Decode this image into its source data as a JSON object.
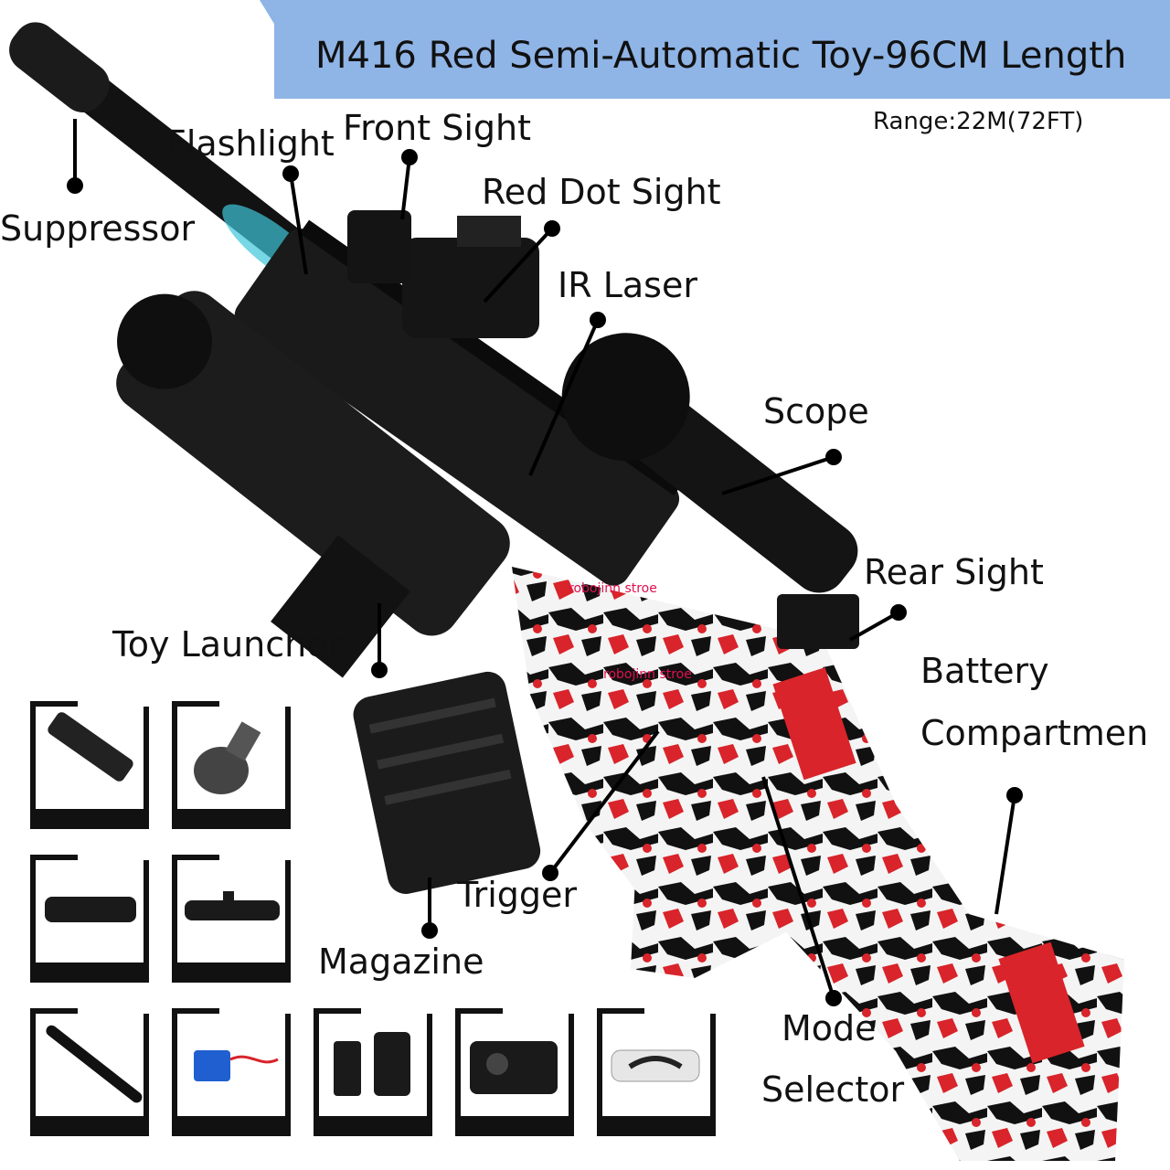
{
  "header": {
    "title": "M416  Red  Semi-Automatic Toy-96CM Length",
    "range": "Range:22M(72FT)"
  },
  "labels": {
    "suppressor": "Suppressor",
    "flashlight": "Flashlight",
    "front_sight": "Front Sight",
    "red_dot_sight": "Red Dot Sight",
    "ir_laser": "IR Laser",
    "scope": "Scope",
    "rear_sight": "Rear Sight",
    "battery_1": "Battery",
    "battery_2": "Compartmen",
    "toy_launcher": "Toy Launcher",
    "trigger": "Trigger",
    "magazine": "Magazine",
    "mode_1": "Mode",
    "mode_2": "Selector"
  },
  "watermarks": [
    "robojinn stroe",
    "robojinn stroe"
  ],
  "colors": {
    "banner": "#8fb4e6",
    "red": "#d8242a",
    "black": "#111111",
    "cyan_glow": "#3ec6d8",
    "watermark": "#e01050"
  },
  "accessories": [
    "launcher-icon",
    "magazine-drum-icon",
    "flashlight-icon",
    "laser-icon",
    "suppressor-icon",
    "battery-charger-icon",
    "muzzle-grip-icon",
    "red-dot-sight-icon",
    "goggles-icon"
  ]
}
